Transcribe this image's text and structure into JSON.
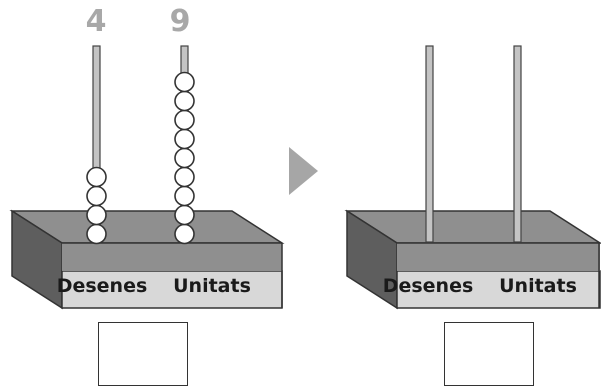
{
  "left_abacus": {
    "tens_digit": "4",
    "units_digit": "9",
    "tens_label": "Desenes",
    "units_label": "Unitats",
    "tens_beads": 4,
    "units_beads": 9
  },
  "right_abacus": {
    "tens_label": "Desenes",
    "units_label": "Unitats",
    "tens_beads": 0,
    "units_beads": 0
  },
  "arrow_icon": "triangle-right-icon",
  "colors": {
    "base_top": "#8f8f8f",
    "base_side": "#5e5e5e",
    "label_strip": "#d8d8d8",
    "rod": "#c4c4c4",
    "digit": "#a8a8a8"
  }
}
